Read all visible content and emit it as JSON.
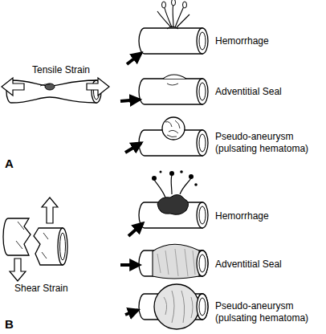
{
  "diagram": {
    "labels": [
      "Tensile Strain",
      "Hemorrhage",
      "Adventitial Seal",
      "Pseudo-aneurysm (pulsating hematoma)",
      "A",
      "Shear Strain",
      "Hemorrhage",
      "Adventitial Seal",
      "Pseudo-aneurysm (pulsating hematoma)",
      "B"
    ]
  }
}
